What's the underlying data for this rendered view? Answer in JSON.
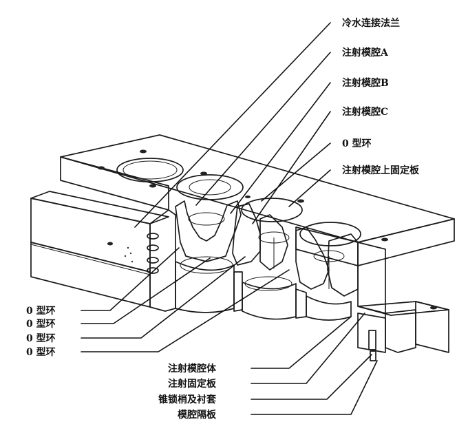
{
  "labels_right": [
    {
      "id": "cooling-flange",
      "text": "冷水连接法兰"
    },
    {
      "id": "cavity-a",
      "text": "注射模腔A"
    },
    {
      "id": "cavity-b",
      "text": "注射模腔B"
    },
    {
      "id": "cavity-c",
      "text": "注射模腔C"
    },
    {
      "id": "o-ring-top",
      "text": "0 型环"
    },
    {
      "id": "cavity-upper-plate",
      "text": "注射模腔上固定板"
    }
  ],
  "labels_left": [
    {
      "id": "o-ring-1",
      "text": "0 型环"
    },
    {
      "id": "o-ring-2",
      "text": "0 型环"
    },
    {
      "id": "o-ring-3",
      "text": "0 型环"
    },
    {
      "id": "o-ring-4",
      "text": "0 型环"
    }
  ],
  "labels_bottom": [
    {
      "id": "cavity-body",
      "text": "注射模腔体"
    },
    {
      "id": "injection-fixed-plate",
      "text": "注射固定板"
    },
    {
      "id": "taper-pin-bushing",
      "text": "锥锁梢及衬套"
    },
    {
      "id": "cavity-spacer",
      "text": "模腔隔板"
    }
  ]
}
